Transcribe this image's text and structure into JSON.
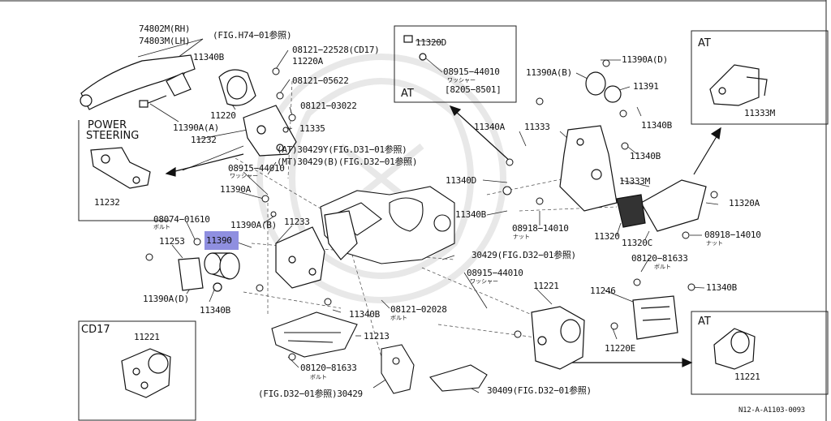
{
  "diagram": {
    "code": "N12-A-A1103-0093",
    "boxes": {
      "at_top_center": "AT",
      "at_top_right": "AT",
      "at_bottom_right": "AT",
      "cd17": "CD17",
      "power_steering_1": "POWER",
      "power_steering_2": "STEERING"
    },
    "labels": {
      "p74802": "74802M(RH)",
      "p74803": "74803M(LH)",
      "fig_h74": "(FIG.H74−01参照)",
      "p11340b_a": "11340B",
      "p08121_22528": "08121−22528(CD17)",
      "p11220a": "11220A",
      "p08121_05622": "08121−05622",
      "p08121_03022": "08121−03022",
      "p11335": "11335",
      "p11220": "11220",
      "p11390a_a": "11390A(A)",
      "p11232_a": "11232",
      "p11232_b": "11232",
      "at_30429y": "(AT)30429Y(FIG.D31−01参照)",
      "mt_30429b": "(MT)30429(B)(FIG.D32−01参照)",
      "p08915_44010_a": "08915−44010",
      "washer_a": "ワッシャー",
      "p11390a_1": "11390A",
      "p11390a_b": "11390A(B)",
      "p11233": "11233",
      "p08074_01610": "08074−01610",
      "bolt_a": "ボルト",
      "p11253": "11253",
      "p11390": "11390",
      "p11390a_d": "11390A(D)",
      "p11340b_b": "11340B",
      "p11320d": "11320D",
      "p08915_44010_b": "08915−44010",
      "washer_b": "ワッシャー",
      "range_8205": "[8205−8501]",
      "p11390a_b2": "11390A(B)",
      "p11390a_d2": "11390A(D)",
      "p11391": "11391",
      "p11340b_c": "11340B",
      "p11340a": "11340A",
      "p11333": "11333",
      "p11340b_d": "11340B",
      "p11340d": "11340D",
      "p11333m_a": "11333M",
      "p11333m_b": "11333M",
      "p11320a": "11320A",
      "p11340b_e": "11340B",
      "p08918_14010_a": "08918−14010",
      "nut_a": "ナット",
      "p11320": "11320",
      "p11320c": "11320C",
      "p08918_14010_b": "08918−14010",
      "nut_b": "ナット",
      "p30429": "30429(FIG.D32−01参照)",
      "p08120_81633_a": "08120−81633",
      "bolt_b": "ボルト",
      "p08915_44010_c": "08915−44010",
      "washer_c": "ワッシャー",
      "p11221_a": "11221",
      "p11246": "11246",
      "p11340b_f": "11340B",
      "p11340b_g": "11340B",
      "p08121_02028": "08121−02028",
      "bolt_c": "ボルト",
      "p11213": "11213",
      "p11220e": "11220E",
      "p11221_b": "11221",
      "p11221_c": "11221",
      "p08120_81633_b": "08120−81633",
      "bolt_d": "ボルト",
      "fig_d32_30429": "(FIG.D32−01参照)30429",
      "p30409": "30409(FIG.D32−01参照)"
    }
  }
}
